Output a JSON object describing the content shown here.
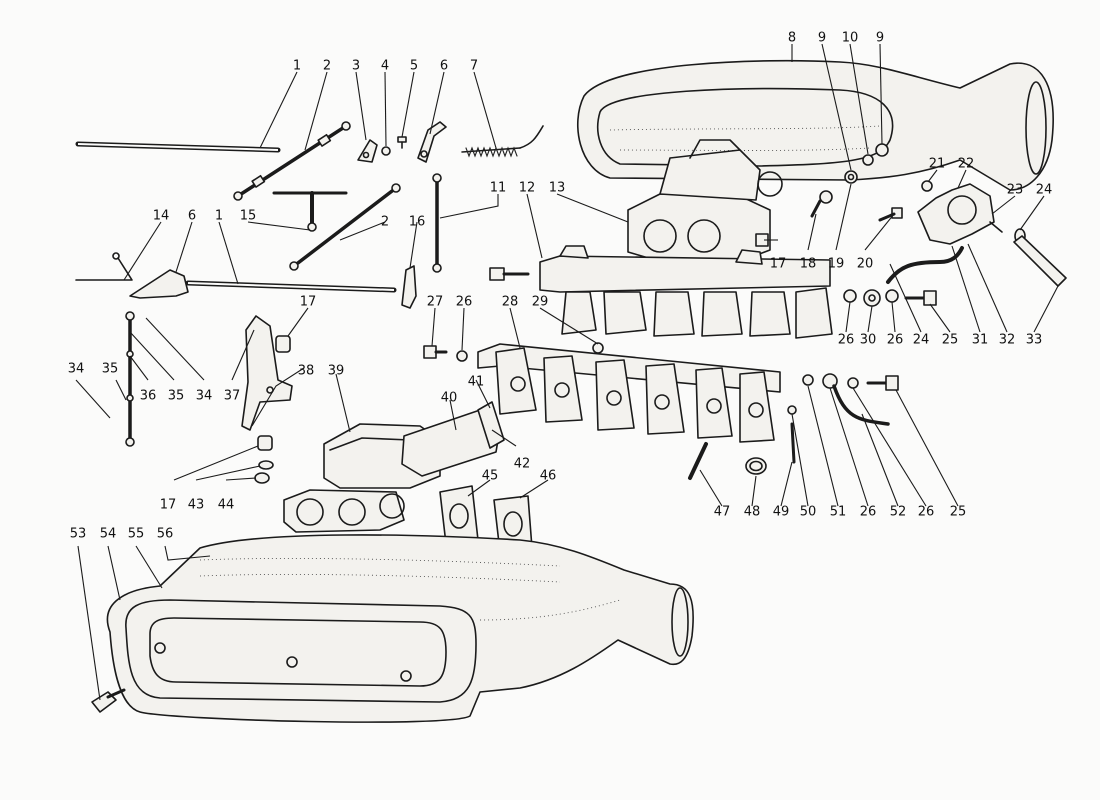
{
  "callouts": [
    "1",
    "2",
    "3",
    "4",
    "5",
    "6",
    "7",
    "8",
    "9",
    "10",
    "9",
    "21",
    "22",
    "23",
    "24",
    "11",
    "12",
    "13",
    "14",
    "6",
    "1",
    "15",
    "2",
    "16",
    "17",
    "18",
    "19",
    "20",
    "17",
    "27",
    "26",
    "28",
    "29",
    "26",
    "30",
    "26",
    "24",
    "25",
    "31",
    "32",
    "33",
    "34",
    "35",
    "36",
    "35",
    "34",
    "37",
    "38",
    "39",
    "41",
    "40",
    "42",
    "17",
    "43",
    "44",
    "45",
    "46",
    "47",
    "48",
    "49",
    "50",
    "51",
    "26",
    "52",
    "26",
    "25",
    "53",
    "54",
    "55",
    "56"
  ],
  "colors": {
    "ink": "#1b1b1b",
    "paper": "#fbfbfa"
  }
}
